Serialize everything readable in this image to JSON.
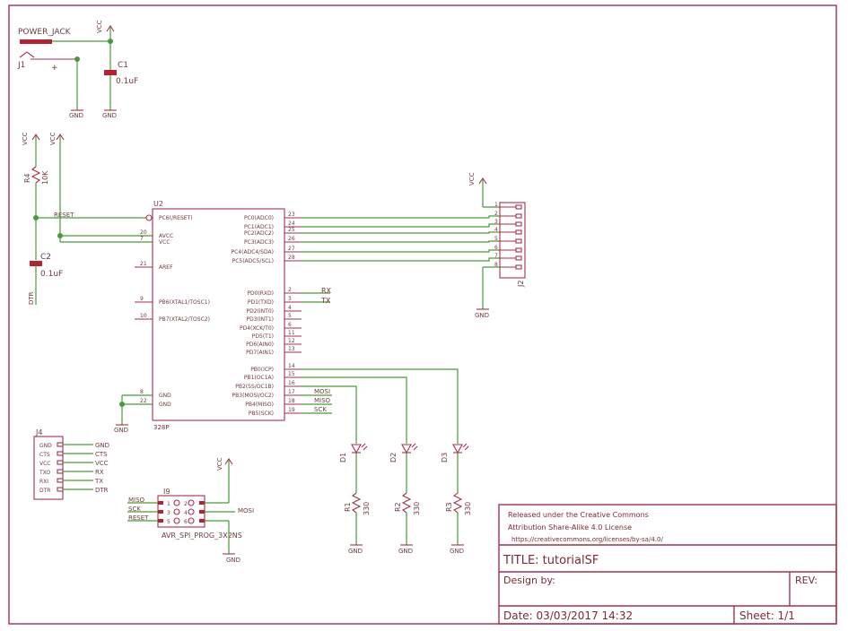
{
  "colors": {
    "wire": "#a3324a",
    "net": "#4a9a3a",
    "text": "#6e3b3b",
    "pad": "#b4232f"
  },
  "power_section": {
    "jack_label": "POWER_JACK",
    "j1_label": "J1",
    "plus_label": "+",
    "vcc": "VCC",
    "gnd": "GND",
    "c1_label": "C1",
    "c1_value": "0.1uF"
  },
  "reset_section": {
    "vcc": "VCC",
    "r4_label": "R4",
    "r4_value": "10K",
    "reset_net": "RESET",
    "c2_label": "C2",
    "c2_value": "0.1uF",
    "dtr": "DTR"
  },
  "u2": {
    "ref": "U2",
    "name": "328P",
    "left_pins": [
      {
        "num": "",
        "name": "PC6(/RESET)"
      },
      {
        "num": "20",
        "name": "AVCC"
      },
      {
        "num": "7",
        "name": "VCC"
      },
      {
        "num": "21",
        "name": "AREF"
      },
      {
        "num": "9",
        "name": "PB6(XTAL1/TOSC1)"
      },
      {
        "num": "10",
        "name": "PB7(XTAL2/TOSC2)"
      },
      {
        "num": "8",
        "name": "GND"
      },
      {
        "num": "22",
        "name": "GND"
      }
    ],
    "right_pins": [
      {
        "num": "23",
        "name": "PC0(ADC0)"
      },
      {
        "num": "24",
        "name": "PC1(ADC1)"
      },
      {
        "num": "25",
        "name": "PC2(ADC2)"
      },
      {
        "num": "26",
        "name": "PC3(ADC3)"
      },
      {
        "num": "27",
        "name": "PC4(ADC4/SDA)"
      },
      {
        "num": "28",
        "name": "PC5(ADC5/SCL)"
      },
      {
        "num": "2",
        "name": "PD0(RXD)"
      },
      {
        "num": "3",
        "name": "PD1(TXD)"
      },
      {
        "num": "4",
        "name": "PD2(INT0)"
      },
      {
        "num": "5",
        "name": "PD3(INT1)"
      },
      {
        "num": "6",
        "name": "PD4(XCK/T0)"
      },
      {
        "num": "11",
        "name": "PD5(T1)"
      },
      {
        "num": "12",
        "name": "PD6(AIN0)"
      },
      {
        "num": "13",
        "name": "PD7(AIN1)"
      },
      {
        "num": "14",
        "name": "PB0(ICP)"
      },
      {
        "num": "15",
        "name": "PB1(OC1A)"
      },
      {
        "num": "16",
        "name": "PB2(SS/OC1B)"
      },
      {
        "num": "17",
        "name": "PB3(MOSI/OC2)"
      },
      {
        "num": "18",
        "name": "PB4(MISO)"
      },
      {
        "num": "19",
        "name": "PB5(SCK)"
      }
    ],
    "rx": "RX",
    "tx": "TX",
    "mosi": "MOSI",
    "miso": "MISO",
    "sck": "SCK"
  },
  "j2": {
    "ref": "J2",
    "vcc": "VCC",
    "gnd": "GND",
    "pins": [
      "1",
      "2",
      "3",
      "4",
      "5",
      "6",
      "7",
      "8"
    ]
  },
  "j4": {
    "ref": "J4",
    "pins": [
      "GND",
      "CTS",
      "VCC",
      "TXO",
      "RXI",
      "DTR"
    ],
    "nets": [
      "GND",
      "CTS",
      "VCC",
      "RX",
      "TX",
      "DTR"
    ]
  },
  "isp": {
    "ref": "I9",
    "name": "AVR_SPI_PROG_3X2NS",
    "vcc": "VCC",
    "gnd": "GND",
    "left_nets": [
      "MISO",
      "SCK",
      "RESET"
    ],
    "left_nums": [
      "1",
      "3",
      "5"
    ],
    "right_nums": [
      "2",
      "4",
      "6"
    ],
    "right_net": "MOSI"
  },
  "leds": [
    {
      "led": "D1",
      "res": "R1",
      "val": "330"
    },
    {
      "led": "D2",
      "res": "R2",
      "val": "330"
    },
    {
      "led": "D3",
      "res": "R3",
      "val": "330"
    }
  ],
  "led_gnd": "GND",
  "title_block": {
    "license_1": "Released under the Creative Commons",
    "license_2": "Attribution Share-Alike 4.0 License",
    "license_url": "https://creativecommons.org/licenses/by-sa/4.0/",
    "title": "TITLE: tutorialSF",
    "design_by": "Design by:",
    "rev": "REV:",
    "date": "Date: 03/03/2017 14:32",
    "sheet": "Sheet: 1/1"
  }
}
